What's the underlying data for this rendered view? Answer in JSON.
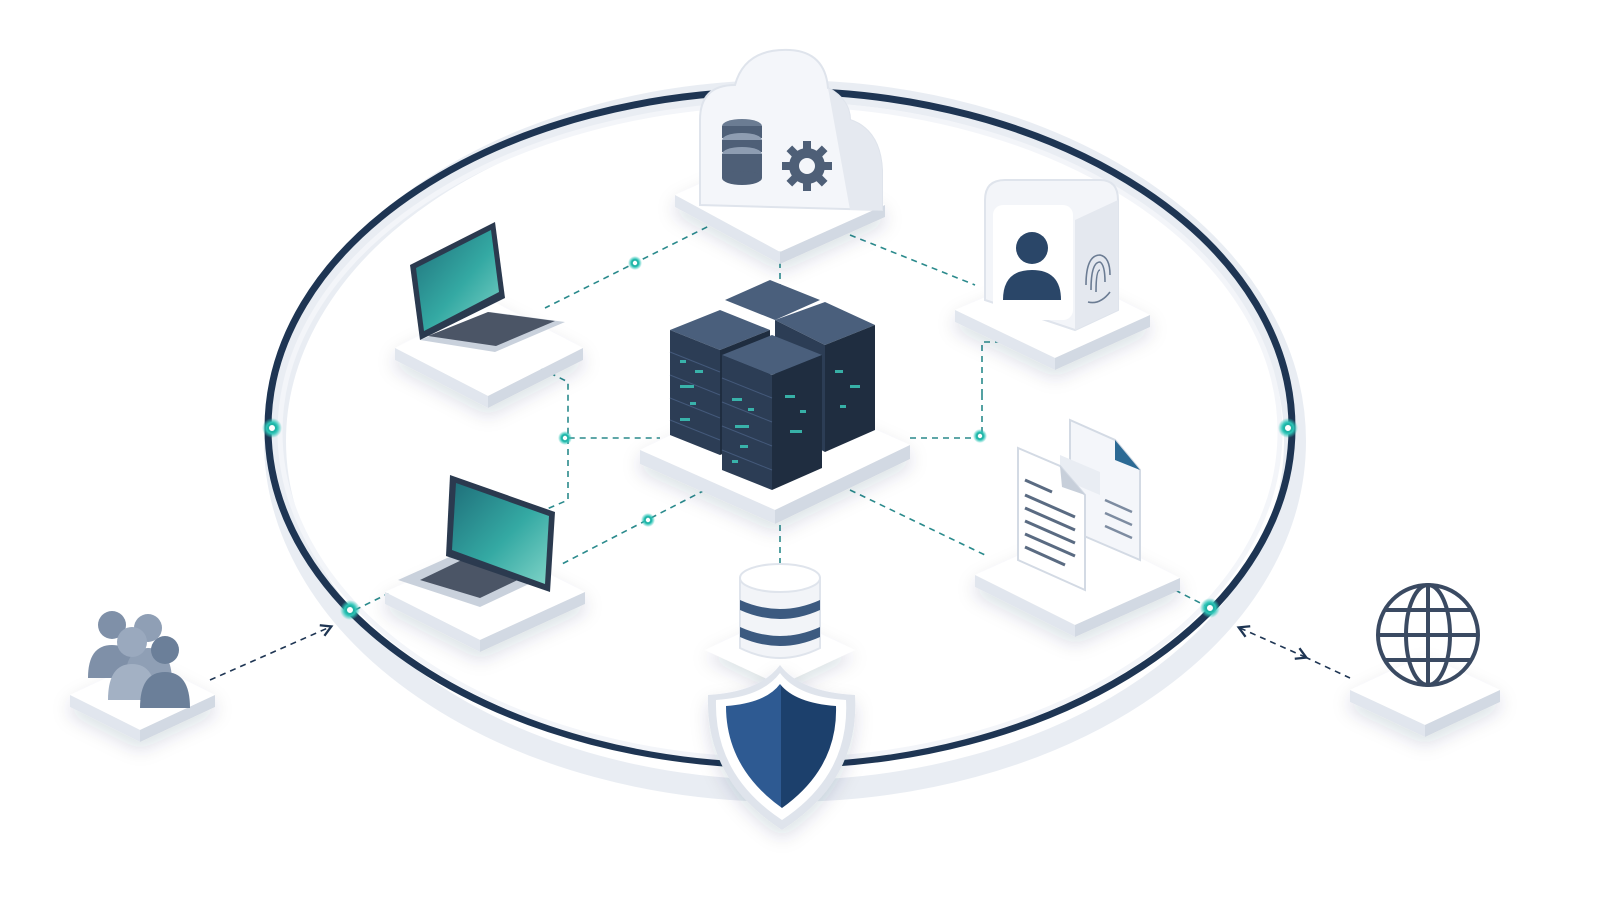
{
  "diagram": {
    "colors": {
      "background": "#ffffff",
      "ring": "#1e3553",
      "ring_inner": "#eef1f6",
      "connector": "#2a8a8c",
      "node_glow": "#3fd6c8",
      "platform_top": "#ffffff",
      "platform_side": "#dfe4ec",
      "icon_dark": "#2e4460",
      "icon_mid": "#6b7c93",
      "icon_light": "#a9b6c8",
      "screen": "#2a9d9a",
      "shield": "#2a5288"
    },
    "nodes": [
      {
        "id": "server-cluster",
        "icon": "server-rack-icon"
      },
      {
        "id": "cloud-services",
        "icon": "cloud-database-gear-icon"
      },
      {
        "id": "identity-verification",
        "icon": "user-fingerprint-icon"
      },
      {
        "id": "laptop-top",
        "icon": "laptop-icon"
      },
      {
        "id": "laptop-bottom",
        "icon": "laptop-icon"
      },
      {
        "id": "documents",
        "icon": "documents-icon"
      },
      {
        "id": "database",
        "icon": "database-icon"
      },
      {
        "id": "security-shield",
        "icon": "shield-icon"
      },
      {
        "id": "external-users",
        "icon": "users-group-icon"
      },
      {
        "id": "internet",
        "icon": "globe-icon"
      }
    ],
    "connections": [
      {
        "from": "server-cluster",
        "to": "cloud-services"
      },
      {
        "from": "server-cluster",
        "to": "identity-verification"
      },
      {
        "from": "server-cluster",
        "to": "laptop-top"
      },
      {
        "from": "server-cluster",
        "to": "laptop-bottom"
      },
      {
        "from": "server-cluster",
        "to": "documents"
      },
      {
        "from": "server-cluster",
        "to": "database"
      },
      {
        "from": "cloud-services",
        "to": "laptop-top"
      },
      {
        "from": "cloud-services",
        "to": "identity-verification"
      },
      {
        "from": "external-users",
        "to": "perimeter",
        "arrow": "in"
      },
      {
        "from": "internet",
        "to": "perimeter",
        "arrow": "both"
      }
    ]
  }
}
